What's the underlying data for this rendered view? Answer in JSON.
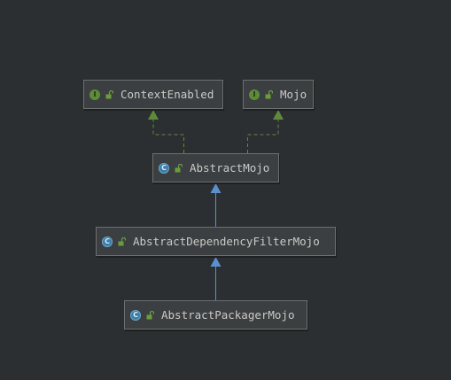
{
  "colors": {
    "background": "#2b2f31",
    "node_fill": "#3c3f41",
    "node_border": "#6e6e6e",
    "text": "#c9c9c9",
    "implements_edge": "#5f8a3a",
    "extends_edge": "#5a8fd0",
    "interface_badge": "#5f8a3a",
    "class_badge": "#3b7ea8",
    "lock": "#6a9c3a"
  },
  "nodes": [
    {
      "id": "ContextEnabled",
      "label": "ContextEnabled",
      "kind": "interface",
      "badge": "I",
      "icon": "interface-icon"
    },
    {
      "id": "Mojo",
      "label": "Mojo",
      "kind": "interface",
      "badge": "I",
      "icon": "interface-icon"
    },
    {
      "id": "AbstractMojo",
      "label": "AbstractMojo",
      "kind": "abstract-class",
      "badge": "C",
      "icon": "abstract-class-icon"
    },
    {
      "id": "AbstractDependencyFilterMojo",
      "label": "AbstractDependencyFilterMojo",
      "kind": "abstract-class",
      "badge": "C",
      "icon": "abstract-class-icon"
    },
    {
      "id": "AbstractPackagerMojo",
      "label": "AbstractPackagerMojo",
      "kind": "abstract-class",
      "badge": "C",
      "icon": "abstract-class-icon"
    }
  ],
  "edges": [
    {
      "from": "AbstractMojo",
      "to": "ContextEnabled",
      "type": "implements"
    },
    {
      "from": "AbstractMojo",
      "to": "Mojo",
      "type": "implements"
    },
    {
      "from": "AbstractDependencyFilterMojo",
      "to": "AbstractMojo",
      "type": "extends"
    },
    {
      "from": "AbstractPackagerMojo",
      "to": "AbstractDependencyFilterMojo",
      "type": "extends"
    }
  ]
}
